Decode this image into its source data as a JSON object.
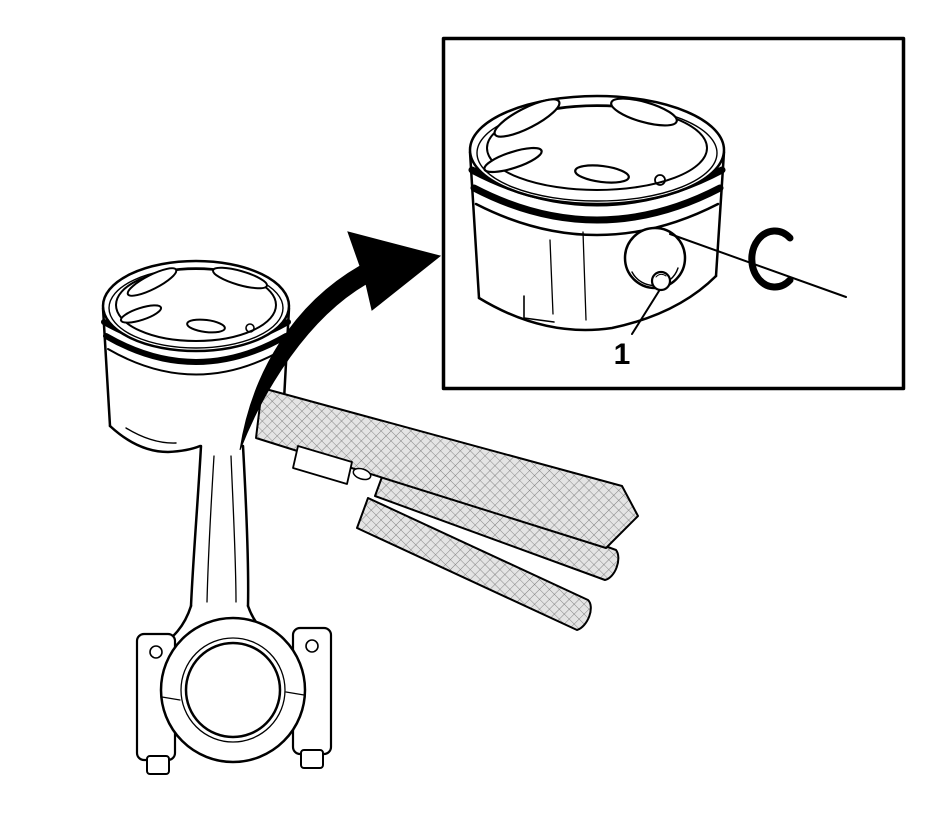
{
  "figure": {
    "background": "#ffffff",
    "line_color": "#000000",
    "hatch_fill": "#e4e4e4",
    "callouts": [
      {
        "label": "1"
      }
    ],
    "semantics": {
      "main_view": "piston-and-connecting-rod-with-guide-tool",
      "inset_view": "piston-pin-retaining-ring-detail",
      "arrow": "detail-callout-arrow",
      "snap_ring": "pin-retaining-ring"
    }
  }
}
